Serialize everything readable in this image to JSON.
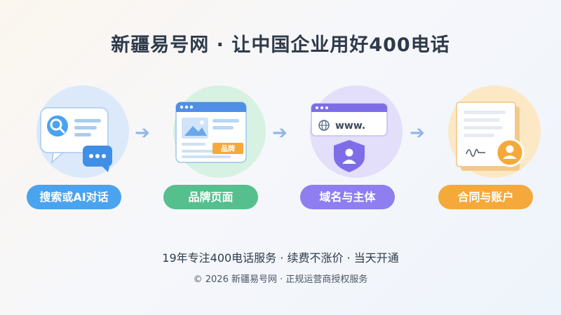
{
  "title": "新疆易号网 · 让中国企业用好400电话",
  "steps": [
    {
      "label": "搜索或AI对话",
      "icon": "search-chat-icon",
      "color": "#4aa3ee"
    },
    {
      "label": "品牌页面",
      "icon": "brand-page-icon",
      "color": "#55c08e",
      "badge": "品牌"
    },
    {
      "label": "域名与主体",
      "icon": "domain-shield-icon",
      "color": "#8e7ef0",
      "url_text": "www."
    },
    {
      "label": "合同与账户",
      "icon": "contract-account-icon",
      "color": "#f5a93a"
    }
  ],
  "footer": {
    "line1": "19年专注400电话服务 · 续费不涨价 · 当天开通",
    "line2": "© 2026 新疆易号网 · 正规运营商授权服务"
  }
}
